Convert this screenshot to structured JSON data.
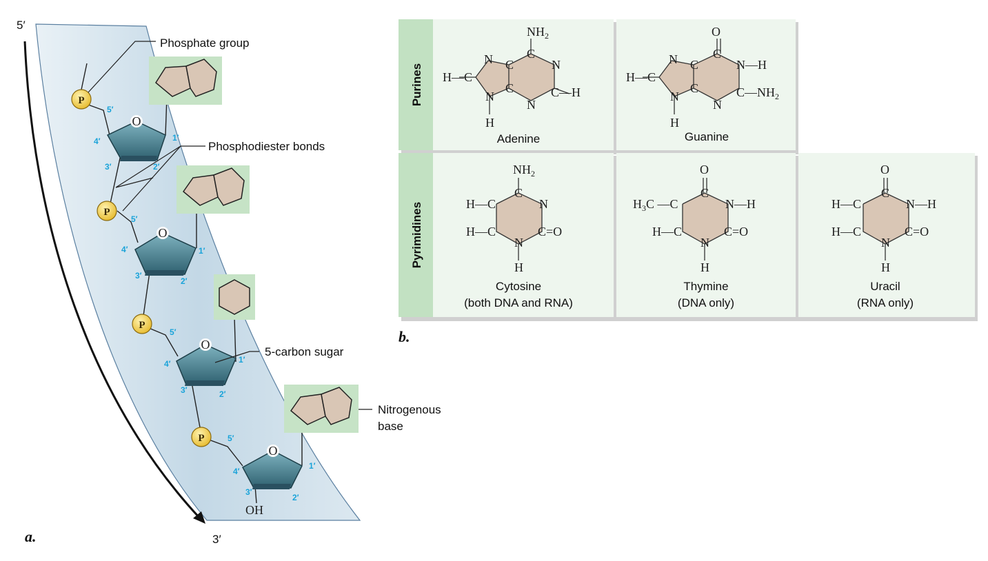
{
  "panel_a": {
    "panel_label": "a.",
    "end_top": "5′",
    "end_bottom": "3′",
    "labels": {
      "phosphate_group": "Phosphate group",
      "phosphodiester_bonds": "Phosphodiester bonds",
      "five_carbon_sugar": "5-carbon sugar",
      "nitrogenous_base_1": "Nitrogenous",
      "nitrogenous_base_2": "base"
    },
    "phosphate_symbol": "P",
    "ring_oxygen": "O",
    "terminal_group": "OH",
    "carbon_numbers": {
      "c1": "1′",
      "c2": "2′",
      "c3": "3′",
      "c4": "4′",
      "c5": "5′"
    }
  },
  "panel_b": {
    "panel_label": "b.",
    "row_purines": "Purines",
    "row_pyrimidines": "Pyrimidines",
    "bases": {
      "adenine": {
        "name": "Adenine"
      },
      "guanine": {
        "name": "Guanine"
      },
      "cytosine": {
        "name": "Cytosine",
        "note": "(both DNA and RNA)"
      },
      "thymine": {
        "name": "Thymine",
        "note": "(DNA only)"
      },
      "uracil": {
        "name": "Uracil",
        "note": "(RNA only)"
      }
    }
  },
  "colors": {
    "backbone_band": "#c7dbe8",
    "base_box": "#c6e3c6",
    "ring_fill": "#d9c6b5",
    "sugar_fill": "#3d7583",
    "phosphate_fill": "#f2d24a",
    "label_blue": "#1aa3d9",
    "table_header": "#c2e1c2",
    "table_cell": "#eef6ee"
  }
}
